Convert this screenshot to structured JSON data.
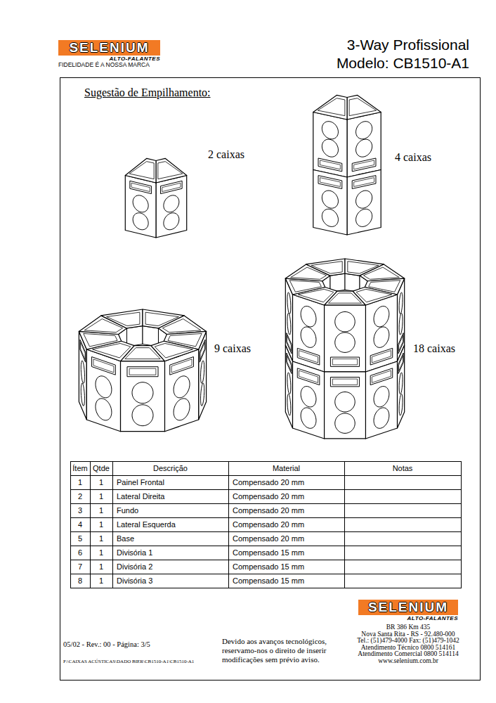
{
  "diagram": {
    "title": "Sugestão de Empilhamento:",
    "nodes": [
      {
        "text": [
          "SELENIUM",
          "ALTO-FALANTES"
        ]
      },
      {
        "text": [
          "SELENIUM",
          "ALTO-FALANTES"
        ]
      }
    ],
    "labels": [
      "FIDELIDADE É A NOSSA MARCA",
      "3-Way Profissional",
      "Modelo: CB1510-A1",
      "2 caixas",
      "4 caixas",
      "9 caixas",
      "18 caixas",
      "Ítem",
      "Qtde",
      "Descrição",
      "Material",
      "Notas",
      "1",
      "1",
      "Painel Frontal",
      "Compensado 20 mm",
      "2",
      "1",
      "Lateral Direita",
      "Compensado 20 mm",
      "3",
      "1",
      "Fundo",
      "Compensado 20 mm",
      "4",
      "1",
      "Lateral Esquerda",
      "Compensado 20 mm",
      "5",
      "1",
      "Base",
      "Compensado 20 mm",
      "6",
      "1",
      "Divisória 1",
      "Compensado 15 mm",
      "7",
      "1",
      "Divisória 2",
      "Compensado 15 mm",
      "8",
      "1",
      "Divisória 3",
      "Compensado 15 mm",
      "BR 386 Km 435",
      "Nova Santa Rita - RS - 92.480-000",
      "Tel.: (51)479-4000 Fax: (51)479-1042",
      "Atendimento Técnico 0800 514161",
      "Atendimento Comercial 0800 514114",
      "www.selenium.com.br",
      "05/02 - Rev.: 00 - Página: 3/5",
      "F:\\CAIXAS ACÚSTICAS\\DADO BIER\\CB1510-A1\\CB1510-A1",
      "Devido aos avanços tecnológicos, reservamo-nos o direito de inserir modificações sem prévio aviso."
    ]
  }
}
